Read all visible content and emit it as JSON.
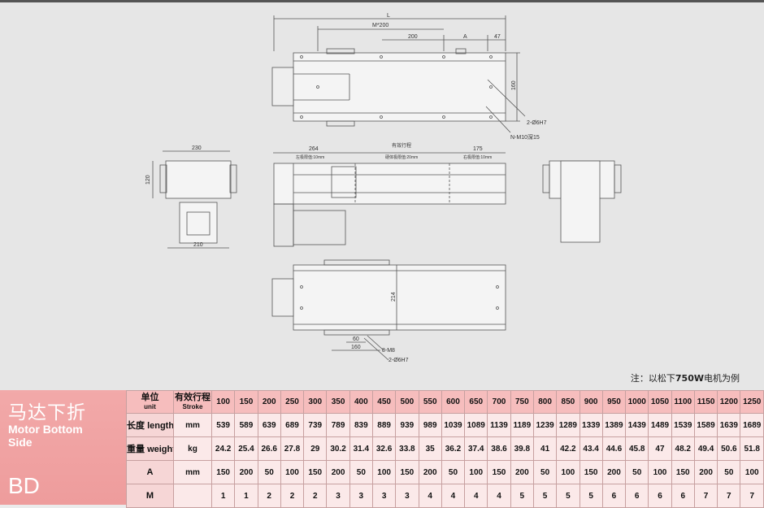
{
  "drawing": {
    "top_dims": {
      "L": "L",
      "M200": "M*200",
      "d200": "200",
      "A": "A",
      "d47": "47",
      "d160": "160",
      "pin": "2-Ø6H7",
      "thread": "N-M10深15"
    },
    "left_dims": {
      "w230": "230",
      "h120": "120",
      "w210": "210"
    },
    "mid_dims": {
      "d264": "264",
      "stroke": "有效行程",
      "d175": "175",
      "left_note": "左极限值:10mm",
      "mid_note": "硬体极限值:20mm",
      "right_note": "右极限值:10mm"
    },
    "bottom_dims": {
      "d214": "214",
      "d60": "60",
      "d160": "160",
      "m8": "8-M8",
      "pin": "2-Ø6H7"
    }
  },
  "note": {
    "prefix": "注：以松下",
    "bold": "750W",
    "suffix": "电机为例"
  },
  "side_panel": {
    "title_cn": "马达下折",
    "title_en_1": "Motor Bottom",
    "title_en_2": "Side",
    "code": "BD"
  },
  "table": {
    "header_label": "单位",
    "header_label_sub": "unit",
    "header_stroke": "有效行程",
    "header_stroke_sub": "Stroke",
    "strokes": [
      "100",
      "150",
      "200",
      "250",
      "300",
      "350",
      "400",
      "450",
      "500",
      "550",
      "600",
      "650",
      "700",
      "750",
      "800",
      "850",
      "900",
      "950",
      "1000",
      "1050",
      "1100",
      "1150",
      "1200",
      "1250"
    ],
    "rows": [
      {
        "label_cn": "长度",
        "label_en": "length",
        "unit": "mm",
        "values": [
          "539",
          "589",
          "639",
          "689",
          "739",
          "789",
          "839",
          "889",
          "939",
          "989",
          "1039",
          "1089",
          "1139",
          "1189",
          "1239",
          "1289",
          "1339",
          "1389",
          "1439",
          "1489",
          "1539",
          "1589",
          "1639",
          "1689"
        ]
      },
      {
        "label_cn": "重量",
        "label_en": "weight",
        "unit": "kg",
        "values": [
          "24.2",
          "25.4",
          "26.6",
          "27.8",
          "29",
          "30.2",
          "31.4",
          "32.6",
          "33.8",
          "35",
          "36.2",
          "37.4",
          "38.6",
          "39.8",
          "41",
          "42.2",
          "43.4",
          "44.6",
          "45.8",
          "47",
          "48.2",
          "49.4",
          "50.6",
          "51.8"
        ]
      },
      {
        "label_cn": "",
        "label_en": "A",
        "unit": "mm",
        "values": [
          "150",
          "200",
          "50",
          "100",
          "150",
          "200",
          "50",
          "100",
          "150",
          "200",
          "50",
          "100",
          "150",
          "200",
          "50",
          "100",
          "150",
          "200",
          "50",
          "100",
          "150",
          "200",
          "50",
          "100"
        ]
      },
      {
        "label_cn": "",
        "label_en": "M",
        "unit": "",
        "values": [
          "1",
          "1",
          "2",
          "2",
          "2",
          "3",
          "3",
          "3",
          "3",
          "4",
          "4",
          "4",
          "4",
          "5",
          "5",
          "5",
          "5",
          "6",
          "6",
          "6",
          "6",
          "7",
          "7",
          "7"
        ]
      }
    ]
  }
}
